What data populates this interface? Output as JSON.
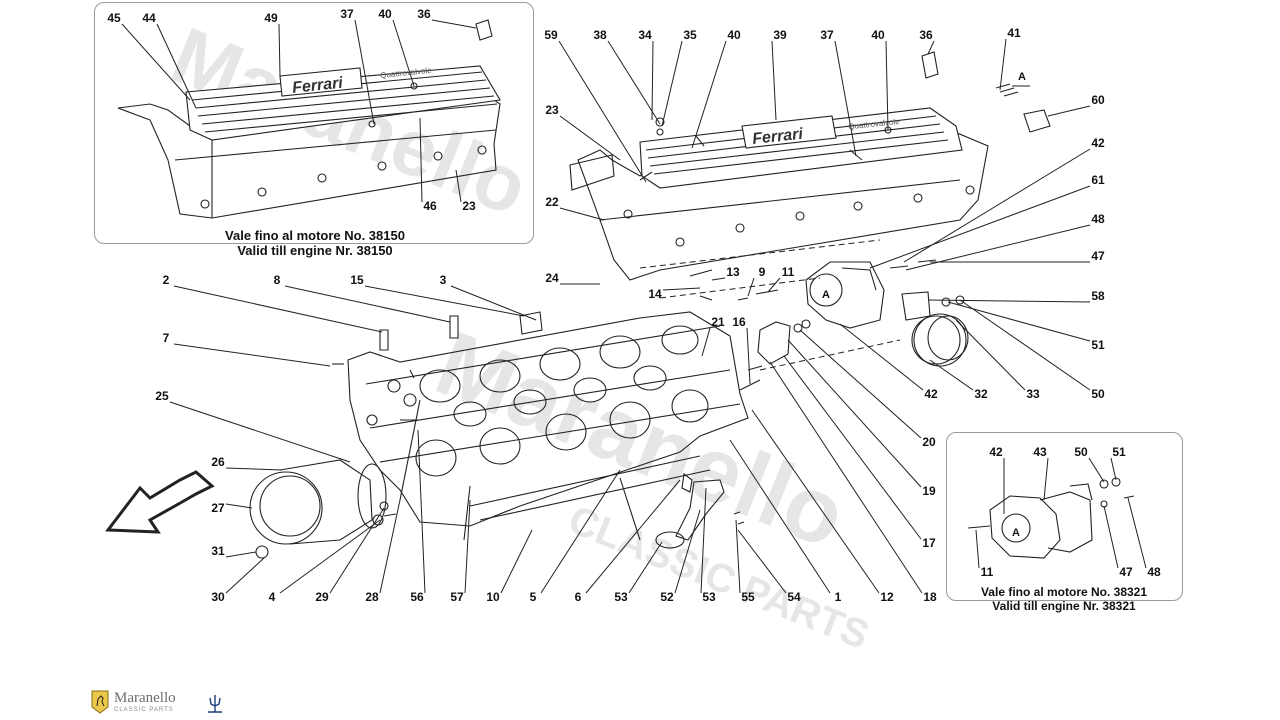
{
  "inset_top": {
    "caption_it": "Vale fino al motore No. 38150",
    "caption_en": "Valid till engine Nr. 38150"
  },
  "inset_bottom": {
    "caption_it": "Vale fino al motore No. 38321",
    "caption_en": "Valid till engine Nr. 38321"
  },
  "logo": {
    "brand": "Maranello",
    "sub": "CLASSIC PARTS"
  },
  "watermark": {
    "text": "Maranello",
    "sub": "CLASSIC PARTS"
  },
  "cover_text": {
    "brand": "Ferrari",
    "engine": "Quattrovalvole"
  },
  "ref_marker": "A",
  "colors": {
    "line": "#222222",
    "label": "#111111",
    "frame": "#9a9a9a",
    "watermark": "#e2e2e2"
  },
  "callouts": {
    "n45": "45",
    "n44": "44",
    "n49": "49",
    "n37a": "37",
    "n40a": "40",
    "n36a": "36",
    "n46": "46",
    "n23a": "23",
    "n59": "59",
    "n38": "38",
    "n34": "34",
    "n35": "35",
    "n40b": "40",
    "n39": "39",
    "n37b": "37",
    "n40c": "40",
    "n36b": "36",
    "n41": "41",
    "n60": "60",
    "n23b": "23",
    "n42a": "42",
    "n61": "61",
    "n48a": "48",
    "n47a": "47",
    "n58": "58",
    "n51a": "51",
    "n50a": "50",
    "n22": "22",
    "n24": "24",
    "n13": "13",
    "n9": "9",
    "n11a": "11",
    "n14": "14",
    "n2": "2",
    "n8": "8",
    "n15": "15",
    "n3": "3",
    "n7": "7",
    "n21": "21",
    "n16": "16",
    "n42b": "42",
    "n32": "32",
    "n33": "33",
    "n25": "25",
    "n20": "20",
    "n19": "19",
    "n17": "17",
    "n26": "26",
    "n27": "27",
    "n31": "31",
    "n30": "30",
    "n4": "4",
    "n29": "29",
    "n28": "28",
    "n56": "56",
    "n57": "57",
    "n10": "10",
    "n5": "5",
    "n6": "6",
    "n53a": "53",
    "n52": "52",
    "n53b": "53",
    "n55": "55",
    "n54": "54",
    "n1": "1",
    "n12": "12",
    "n18": "18",
    "n42c": "42",
    "n43": "43",
    "n50b": "50",
    "n51b": "51",
    "n11b": "11",
    "n47b": "47",
    "n48b": "48"
  }
}
